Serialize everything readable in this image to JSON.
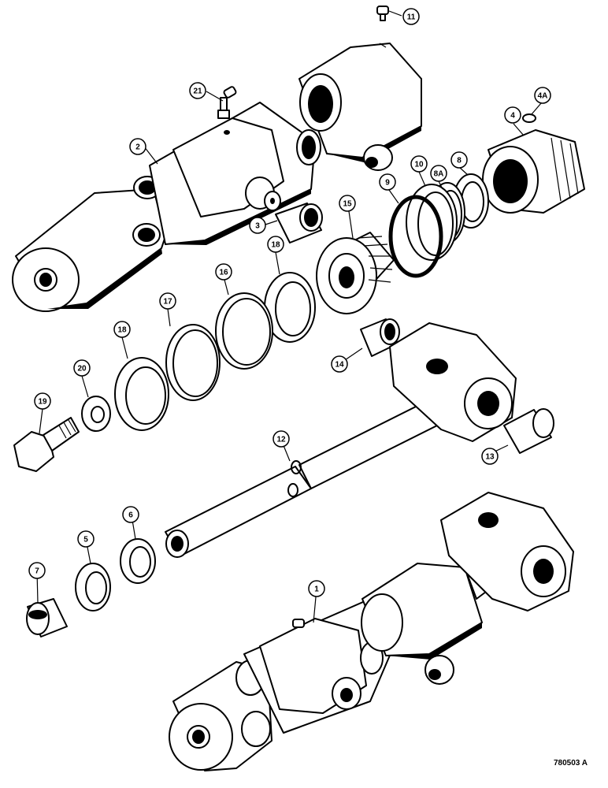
{
  "diagram": {
    "reference_code": "780503 A",
    "callouts": [
      {
        "id": "c11",
        "label": "11"
      },
      {
        "id": "c21",
        "label": "21"
      },
      {
        "id": "c2",
        "label": "2"
      },
      {
        "id": "c3",
        "label": "3"
      },
      {
        "id": "c4",
        "label": "4"
      },
      {
        "id": "c4a",
        "label": "4A"
      },
      {
        "id": "c8",
        "label": "8"
      },
      {
        "id": "c8a",
        "label": "8A"
      },
      {
        "id": "c10",
        "label": "10"
      },
      {
        "id": "c9",
        "label": "9"
      },
      {
        "id": "c15",
        "label": "15"
      },
      {
        "id": "c18a",
        "label": "18"
      },
      {
        "id": "c16",
        "label": "16"
      },
      {
        "id": "c17",
        "label": "17"
      },
      {
        "id": "c18b",
        "label": "18"
      },
      {
        "id": "c20",
        "label": "20"
      },
      {
        "id": "c19",
        "label": "19"
      },
      {
        "id": "c14",
        "label": "14"
      },
      {
        "id": "c13",
        "label": "13"
      },
      {
        "id": "c12",
        "label": "12"
      },
      {
        "id": "c6",
        "label": "6"
      },
      {
        "id": "c5",
        "label": "5"
      },
      {
        "id": "c7",
        "label": "7"
      },
      {
        "id": "c1",
        "label": "1"
      }
    ]
  }
}
